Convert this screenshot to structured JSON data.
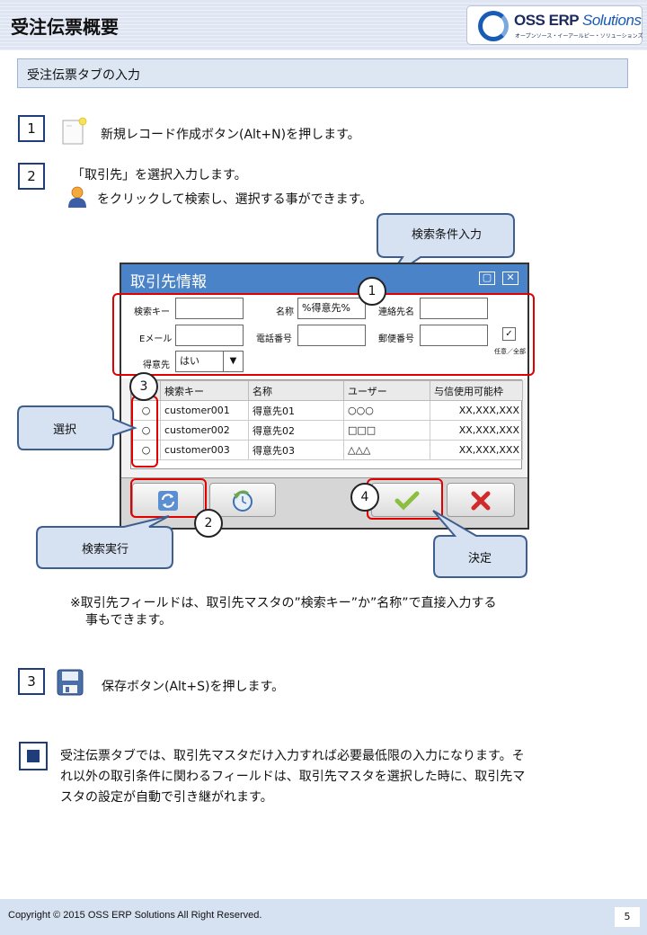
{
  "header": {
    "title": "受注伝票概要",
    "logo_main": "OSS ERP",
    "logo_sol": "Solutions",
    "logo_sub": "オープンソース・イーアールピー・ソリューションズ"
  },
  "section_title": "受注伝票タブの入力",
  "steps": {
    "s1": {
      "num": "1",
      "text": "新規レコード作成ボタン(Alt+N)を押します。"
    },
    "s2": {
      "num": "2",
      "text": "「取引先」を選択入力します。",
      "text2": "をクリックして検索し、選択する事ができます。"
    },
    "s3": {
      "num": "3",
      "text": "保存ボタン(Alt+S)を押します。"
    }
  },
  "dialog": {
    "title": "取引先情報",
    "labels": {
      "search_key": "検索キー",
      "name": "名称",
      "contact": "連絡先名",
      "email": "Eメール",
      "phone": "電話番号",
      "postal": "郵便番号",
      "customer": "得意先",
      "optional_all": "任意／全部"
    },
    "values": {
      "name": "%得意先%",
      "customer": "はい",
      "check": "✓"
    },
    "columns": [
      "",
      "検索キー",
      "名称",
      "ユーザー",
      "与信使用可能枠"
    ],
    "rows": [
      {
        "radio": "○",
        "key": "customer001",
        "name": "得意先01",
        "user": "○○○",
        "credit": "XX,XXX,XXX"
      },
      {
        "radio": "○",
        "key": "customer002",
        "name": "得意先02",
        "user": "□□□",
        "credit": "XX,XXX,XXX"
      },
      {
        "radio": "○",
        "key": "customer003",
        "name": "得意先03",
        "user": "△△△",
        "credit": "XX,XXX,XXX"
      }
    ]
  },
  "callouts": {
    "search_condition": "検索条件入力",
    "select": "選択",
    "search_run": "検索実行",
    "decide": "決定"
  },
  "circle_nums": [
    "1",
    "2",
    "3",
    "4"
  ],
  "note_line1": "※取引先フィールドは、取引先マスタの”検索キー”か”名称”で直接入力する",
  "note_line2": "事もできます。",
  "para": [
    "受注伝票タブでは、取引先マスタだけ入力すれば必要最低限の入力になります。そ",
    "れ以外の取引条件に関わるフィールドは、取引先マスタを選択した時に、取引先マ",
    "スタの設定が自動で引き継がれます。"
  ],
  "footer": {
    "copyright": "Copyright © 2015 OSS ERP Solutions All Right Reserved.",
    "page": "5"
  },
  "colors": {
    "accent": "#4b83c8",
    "highlight": "#e00000",
    "callout_bg": "#d6e1f2"
  }
}
